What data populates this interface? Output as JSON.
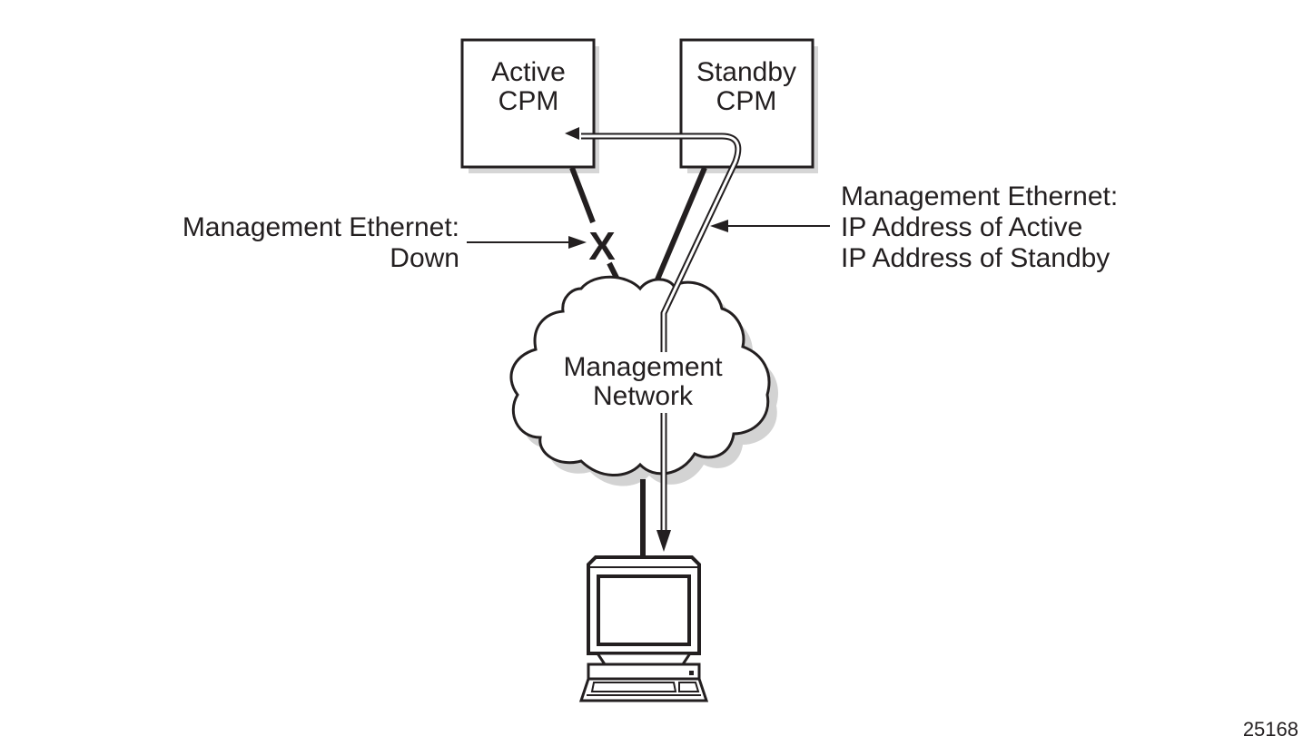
{
  "diagram": {
    "nodes": {
      "active_cpm": {
        "line1": "Active",
        "line2": "CPM"
      },
      "standby_cpm": {
        "line1": "Standby",
        "line2": "CPM"
      },
      "management_network": {
        "line1": "Management",
        "line2": "Network"
      },
      "workstation": {
        "icon": "computer-icon"
      }
    },
    "callouts": {
      "link_down": {
        "line1": "Management Ethernet:",
        "line2": "Down",
        "marker": "X"
      },
      "ip_addresses": {
        "line1": "Management Ethernet:",
        "line2": "IP Address of Active",
        "line3": "IP Address of Standby"
      }
    },
    "figure_id": "25168",
    "colors": {
      "stroke": "#231f20",
      "shadow": "#cfcfcf",
      "background": "#ffffff"
    }
  }
}
